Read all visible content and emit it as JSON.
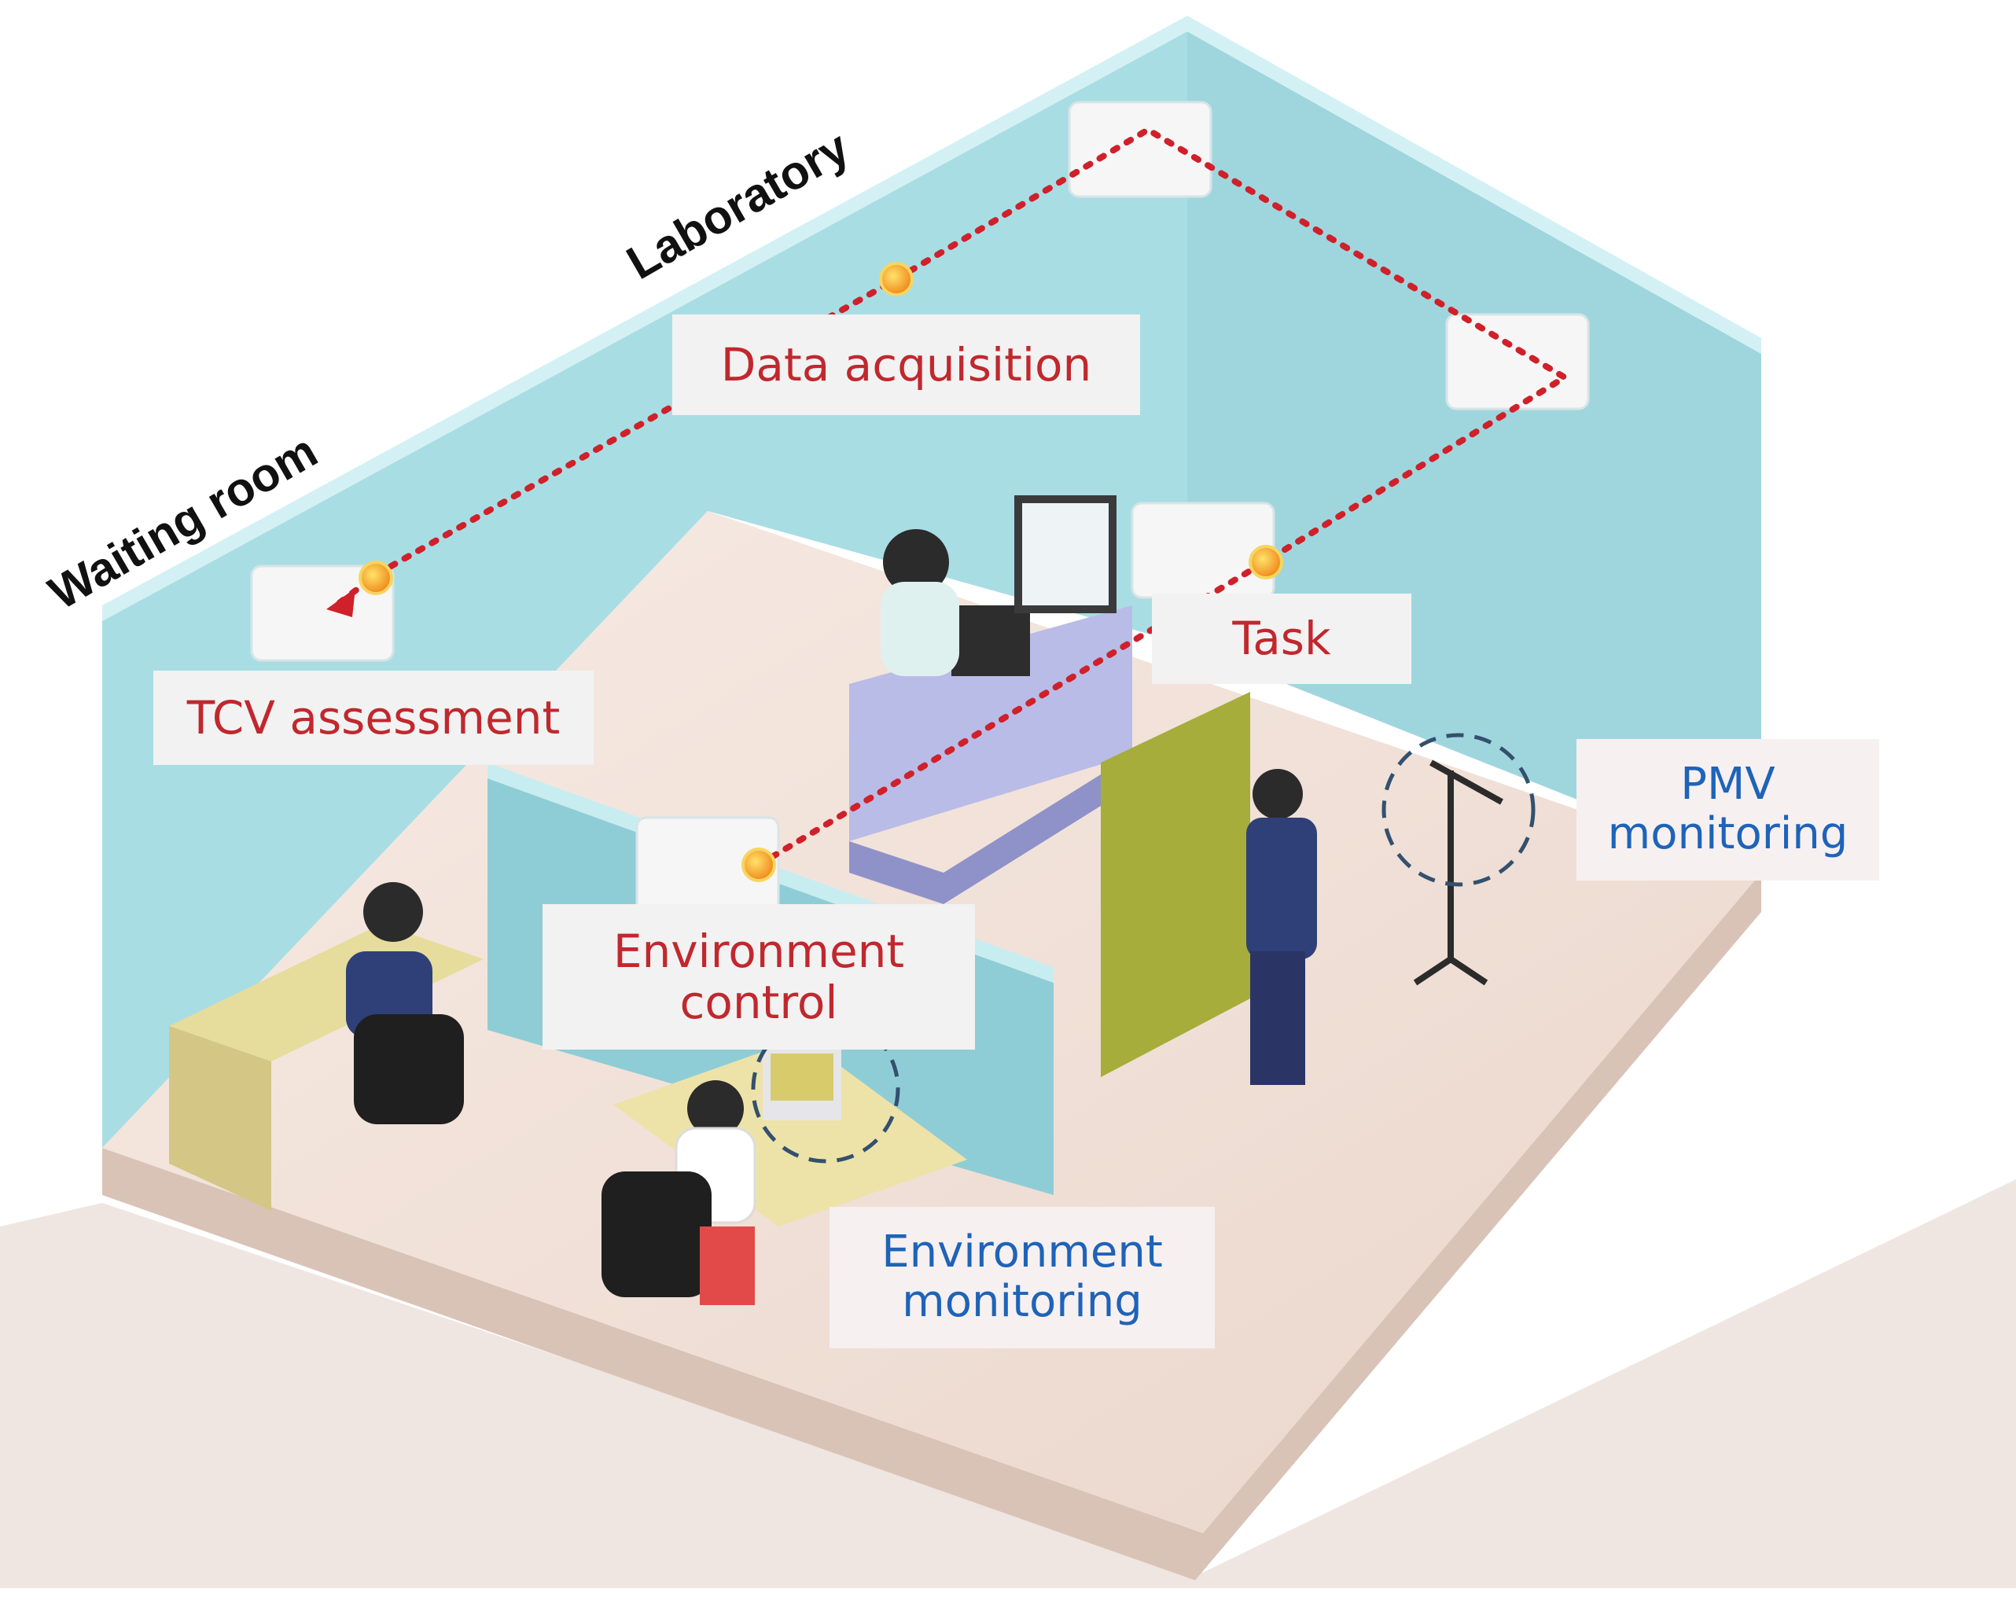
{
  "rooms": {
    "waiting_room": "Waiting room",
    "laboratory": "Laboratory"
  },
  "steps": {
    "tcv_assessment": "TCV assessment",
    "data_acquisition": "Data acquisition",
    "task": "Task",
    "environment_control": "Environment\ncontrol"
  },
  "monitoring": {
    "pmv": "PMV\nmonitoring",
    "environment": "Environment\nmonitoring"
  },
  "colors": {
    "wall": "#a9dde4",
    "wall_dark": "#8fcdd6",
    "floor": "#f3e4dc",
    "flow_line": "#d0202a",
    "node": "#f5a623",
    "step_text": "#c0282e",
    "monitor_text": "#1e63b8"
  }
}
